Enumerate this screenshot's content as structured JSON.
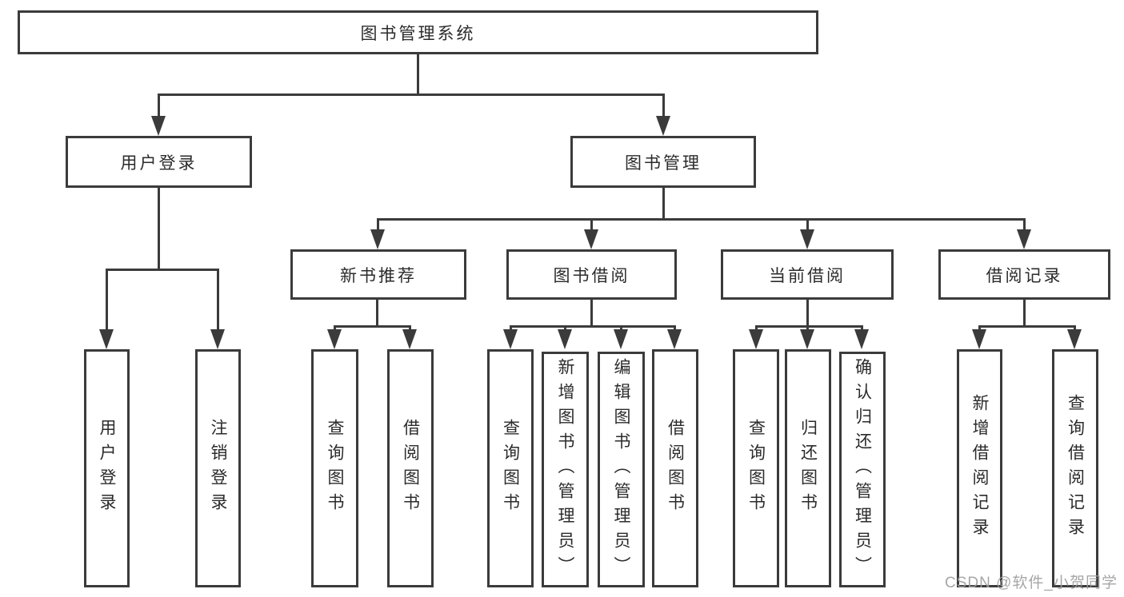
{
  "diagram": {
    "root": {
      "label": "图书管理系统"
    },
    "level2": {
      "user_login": {
        "label": "用户登录"
      },
      "book_management": {
        "label": "图书管理"
      }
    },
    "level3": {
      "new_book": {
        "label": "新书推荐"
      },
      "book_borrow": {
        "label": "图书借阅"
      },
      "current_borrow": {
        "label": "当前借阅"
      },
      "borrow_records": {
        "label": "借阅记录"
      }
    },
    "leaves": {
      "user_login": [
        {
          "label": "用户登录"
        },
        {
          "label": "注销登录"
        }
      ],
      "new_book": [
        {
          "label": "查询图书"
        },
        {
          "label": "借阅图书"
        }
      ],
      "book_borrow": [
        {
          "label": "查询图书"
        },
        {
          "label": "新增图书（管理员）"
        },
        {
          "label": "编辑图书（管理员）"
        },
        {
          "label": "借阅图书"
        }
      ],
      "current_borrow": [
        {
          "label": "查询图书"
        },
        {
          "label": "归还图书"
        },
        {
          "label": "确认归还（管理员）"
        }
      ],
      "borrow_records": [
        {
          "label": "新增借阅记录"
        },
        {
          "label": "查询借阅记录"
        }
      ]
    },
    "watermark": {
      "text": "CSDN @软件_小贺同学"
    },
    "colors": {
      "line": "#3b3b3b",
      "text": "#2b2b2b",
      "background": "#ffffff",
      "watermark": "#9e9e9e"
    }
  }
}
